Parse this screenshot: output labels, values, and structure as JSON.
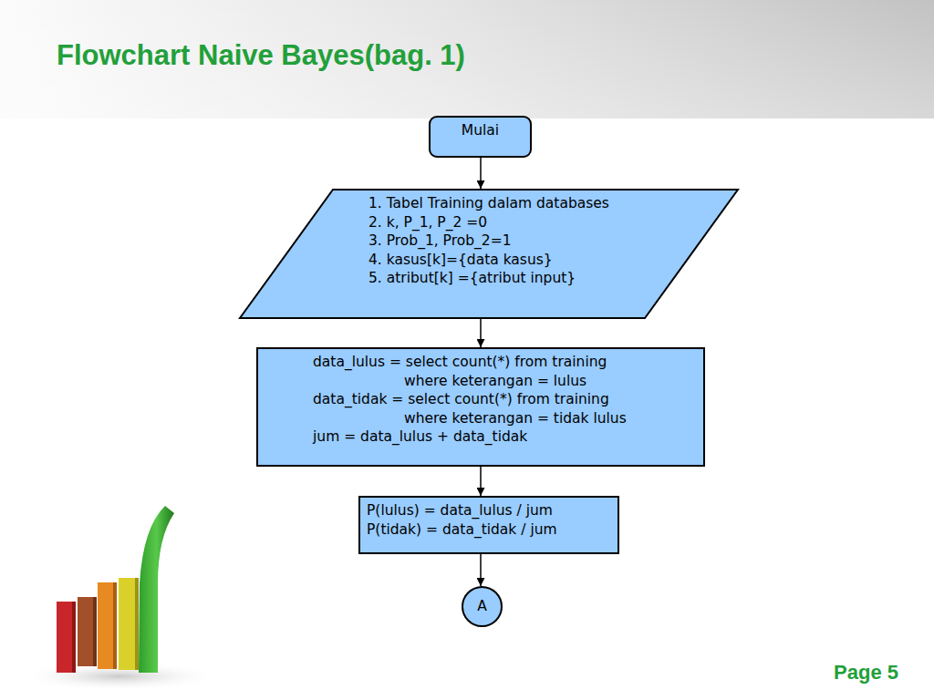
{
  "diagram": {
    "title": "Flowchart Naive Bayes(bag. 1)",
    "nodes": [
      {
        "text": [
          "Mulai"
        ]
      },
      {
        "text": [
          "1. Tabel Training dalam databases",
          "2. k, P_1, P_2 =0",
          "3. Prob_1, Prob_2=1",
          "4. kasus[k]={data kasus}",
          "5. atribut[k] ={atribut input}"
        ]
      },
      {
        "text": [
          "data_lulus = select count(*) from training where keterangan = lulus",
          "data_tidak = select count(*) from training where keterangan = tidak lulus",
          "jum = data_lulus + data_tidak"
        ]
      },
      {
        "text": [
          "P(lulus) = data_lulus / jum",
          "P(tidak) = data_tidak / jum"
        ]
      },
      {
        "text": [
          "A"
        ]
      }
    ],
    "edges": [
      {
        "from": 0,
        "to": 1,
        "arrow": "to"
      },
      {
        "from": 1,
        "to": 2,
        "arrow": "to"
      },
      {
        "from": 2,
        "to": 3,
        "arrow": "to"
      },
      {
        "from": 3,
        "to": 4,
        "arrow": "to"
      }
    ],
    "labels": [
      "Page 5"
    ]
  }
}
